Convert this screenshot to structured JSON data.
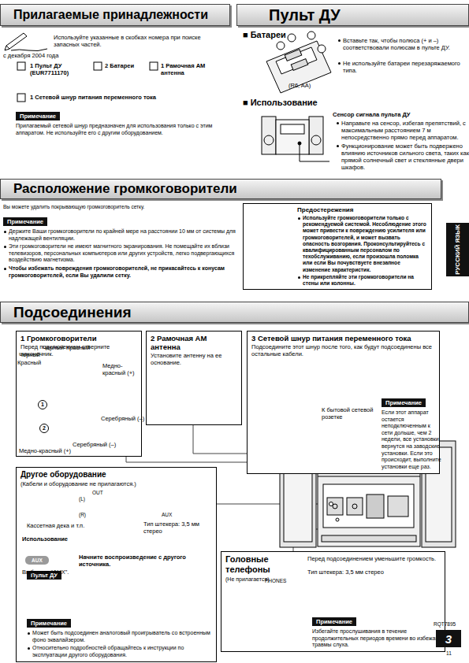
{
  "diagram": {
    "nodes": [
      {
        "text": [
          "Прилагаемые принадлежности"
        ]
      },
      {
        "text": [
          "Пульт ДУ"
        ]
      },
      {
        "text": [
          "Примечание",
          "Прилагаемый сетевой шнур предназначен для использования только с этим аппаратом. Не используйте его с другим оборудованием."
        ]
      },
      {
        "text": [
          "Расположение громкоговорители"
        ]
      },
      {
        "text": [
          "Примечание",
          "Держите Ваши громкоговорители по крайней мере на расстоянии 10 мм от системы для надлежащей вентиляции.",
          "Эти громкоговорители не имеют магнитного экранирования. Не помещайте их вблизи телевизоров, персональных компьютеров или других устройств, легко подвергающихся воздействию магнетизма.",
          "Чтобы избежать повреждения громкоговорителей, не прикасайтесь к конусам громкоговорителей, если Вы удалили сетку."
        ]
      },
      {
        "text": [
          "Предостережения",
          "Используйте громкоговорители только с рекомендуемой системой. Несоблюдение этого может привести к повреждению усилителя или громкоговорителей, и может вызвать опасность возгорания. Проконсультируйтесь с квалифицированным персоналом по техобслуживанию, если произошла поломка или если Вы почувствуете внезапное изменение характеристик.",
          "Не прикрепляйте эти громкоговорители на стены или колонны."
        ]
      },
      {
        "text": [
          "РУССКИЙ ЯЗЫК"
        ]
      },
      {
        "text": [
          "Подсоединения"
        ]
      },
      {
        "text": [
          "1 Громкоговорители",
          "Перед подключением отверните наконечник."
        ]
      },
      {
        "text": [
          "2 Рамочная АМ антенна",
          "Установите антенну на ее основание."
        ]
      },
      {
        "text": [
          "3 Сетевой шнур питания переменного тока",
          "Подсоедините этот шнур после того, как будут подсоединены все остальные кабели."
        ]
      },
      {
        "text": [
          "Примечание",
          "Если этот аппарат остается неподключенным к сети дольше, чем 2 недели, все установки вернутся на заводские установки. Если это происходит, выполните установки еще раз."
        ],
        "in": 10
      },
      {
        "text": [
          "Другое оборудование",
          "(Кабели и оборудование не прилагаются.)"
        ]
      },
      {
        "text": [
          "Пульт ДУ"
        ],
        "in": 12
      },
      {
        "text": [
          "Примечание",
          "Может быть подсоединен аналоговый проигрыватель со встроенным фоно эквалайзером.",
          "Относительно подробностей обращайтесь к инструкции по эксплуатации другого оборудования."
        ],
        "in": 12
      },
      {
        "text": [
          "Головные телефоны",
          "(Не прилагается)"
        ]
      },
      {
        "text": [
          "Примечание",
          "Избегайте прослушивания в течение продолжительных периодов времени во избежание травмы слуха."
        ],
        "in": 15
      },
      {
        "text": [
          "3"
        ]
      }
    ],
    "labels": [
      "Используйте указанные в скобках номера при поиске запасных частей.",
      "с декабря 2004 года",
      "1 Пульт ДУ (EUR7711170)",
      "2 Батареи",
      "1 Рамочная АМ антенна",
      "1 Сетевой шнур питания переменного тока",
      "■ Батареи",
      "Вставьте так, чтобы полюса (+ и –) соответствовали полюсам в пульте ДУ.",
      "Не используйте батареи перезаряжаемого типа.",
      "(R6, AA)",
      "■ Использование",
      "Сенсор сигнала пульта ДУ",
      "Направьте на сенсор, избегая препятствий, с максимальным расстоянием 7 м непосредственно прямо перед аппаратом.",
      "Функционирование может быть подвержено влиянию источников сильного света, таких как прямой солнечный свет и стеклянные двери шкафов.",
      "Вы можете удалить покрывающую громкоговоритель сетку.",
      "Черный",
      "Черный",
      "Красный",
      "Красный",
      "Медно-красный (+)",
      "Серебряный (–)",
      "Серебряный (–)",
      "Медно-красный (+)",
      "1",
      "2",
      "К бытовой сетевой розетке",
      "OUT",
      "(L)",
      "(R)",
      "AUX",
      "Кассетная дека и т.п.",
      "Тип штекера: 3,5 мм стерео",
      "Использование",
      "AUX",
      "Начните воспроизведение с другого источника.",
      "Выберите “AUX”.",
      "Перед подсоединением уменьшите громкость.",
      "Тип штекера: 3,5 мм стерео",
      "PHONES",
      "RQT7895",
      "11"
    ]
  }
}
